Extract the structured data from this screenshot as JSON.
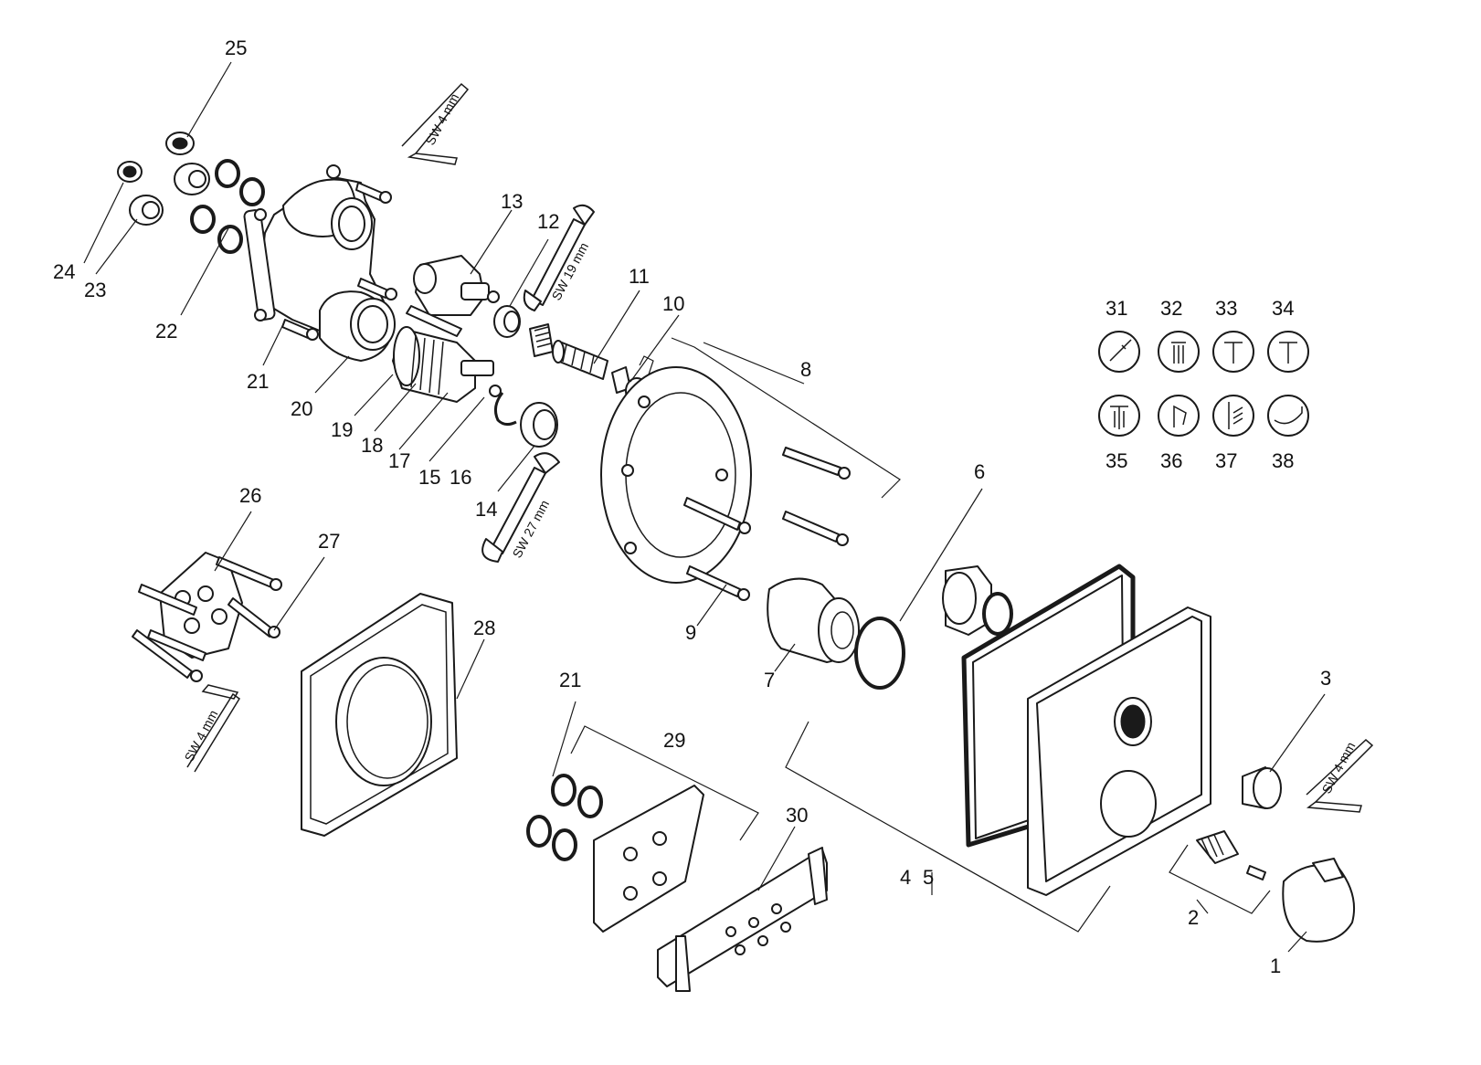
{
  "diagram": {
    "callouts": [
      "1",
      "2",
      "3",
      "4",
      "5",
      "6",
      "7",
      "8",
      "9",
      "10",
      "11",
      "12",
      "13",
      "14",
      "15",
      "16",
      "17",
      "18",
      "19",
      "20",
      "21",
      "22",
      "23",
      "24",
      "25",
      "26",
      "27",
      "28",
      "29",
      "30",
      "31",
      "32",
      "33",
      "34",
      "35",
      "36",
      "37",
      "38"
    ],
    "second_21": "21",
    "tool_labels": {
      "hex_key_top": "SW 4 mm",
      "wrench_19": "SW 19 mm",
      "wrench_27": "SW 27 mm",
      "hex_key_left": "SW 4 mm",
      "hex_key_right": "SW 4 mm"
    },
    "icon_caps": [
      "hand-shower-symbol",
      "overhead-shower-symbol",
      "rain-shower-symbol",
      "spout-symbol",
      "body-spray-symbol",
      "tub-spout-symbol",
      "side-shower-symbol",
      "bath-symbol"
    ]
  }
}
